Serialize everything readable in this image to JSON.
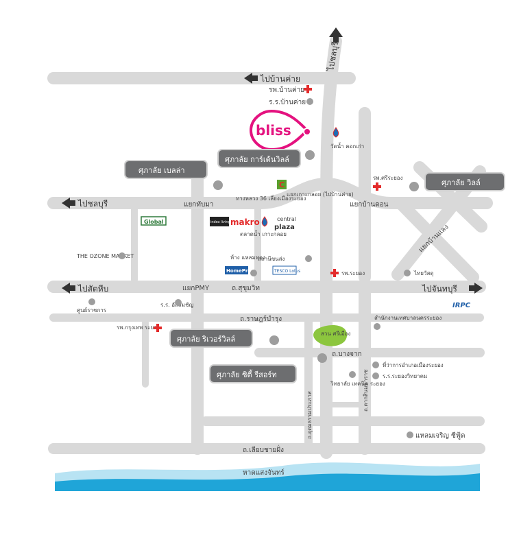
{
  "colors": {
    "road": "#d9d9d9",
    "pill": "#6d6e70",
    "marker": "#9d9d9d",
    "accent": "#e4127f",
    "hospital": "#e32a2a",
    "park": "#8cc63e",
    "sea_light": "#b8e3f3",
    "sea_dark": "#1fa5d8"
  },
  "directions": {
    "north": "ไปชลบุรี",
    "ban_khai": "ไปบ้านค่าย",
    "chonburi": "ไปชลบุรี",
    "sattahip": "ไปสัตหีบ",
    "chanthaburi": "ไปจันทบุรี"
  },
  "brand": {
    "logo": "bliss"
  },
  "projects": {
    "garden_ville": "ศุภาลัย การ์เด้นวิลล์",
    "bella": "ศุภาลัย เบลล่า",
    "ville": "ศุภาลัย วิลล์",
    "riverville": "ศุภาลัย ริเวอร์วิลล์",
    "city_resort": "ศุภาลัย ซิตี้ รีสอร์ท"
  },
  "places": {
    "ban_khai_hospital": "รพ.บ้านค่าย",
    "ban_khai_school": "ร.ร.บ้านค่าย",
    "wat_nam_khok_kao": "วัดน้ำ คอกเก่า",
    "sri_rayong_hospital": "รพ.ศรีระยอง",
    "junction_ko_kloi": "แยกเกาะกลอย (ไปบ้านค่าย)",
    "road_36": "ทางหลวง 36 เลี่ยงเมืองระยอง",
    "junction_thap_ma": "แยกทับมา",
    "junction_ban_don": "แยกบ้านดอน",
    "junction_ban_laeng": "แยกบ้านแลง",
    "global_house": "Global",
    "index_living_mall": "index livingmall",
    "makro": "makro",
    "central_plaza_top": "central",
    "central_plaza_bottom": "plaza",
    "ko_kloi_market": "ตลาดน้ำ เกาะกลอย",
    "ozone_market": "THE OZONE MARKET",
    "laem_thong_mall": "ห้าง แหลมทอง",
    "bus_station": "สถานีขนส่ง",
    "homepro": "HomePro",
    "tesco_lotus": "TESCO Lotus",
    "rayong_hospital": "รพ.ระยอง",
    "thai_watsadu": "ไทยวัสดุ",
    "junction_pmy": "แยกPMY",
    "sukhumvit": "ถ.สุขุมวิท",
    "government_center": "ศูนย์ราชการ",
    "assumption_school": "ร.ร. อัสสัมชัญ",
    "ratpracha_road": "ถ.ราษฎร์บำรุง",
    "irpc": "IRPC",
    "municipality_office": "สำนักงานเทศบาลนครระยอง",
    "bangkok_hospital": "รพ.กรุงเทพ ระยอง",
    "sri_muang_park": "สวน ศรีเมือง",
    "bang_chak_road": "ถ.บางจาก",
    "district_office": "ที่ว่าการอำเภอเมืองระยอง",
    "rayong_wittayakom": "ร.ร.ระยองวิทยาคม",
    "technical_college": "วิทยาลัย เทคนิค ระยอง",
    "uttayan_road": "ถ.อุดมธรรมประภาส",
    "tak_sin_road": "ถ.ตากสินมหาราช",
    "laem_charoen": "แหลมเจริญ ซีฟู้ด",
    "beach_road": "ถ.เลียบชายฝั่ง",
    "beach": "หาดแสงจันทร์"
  }
}
